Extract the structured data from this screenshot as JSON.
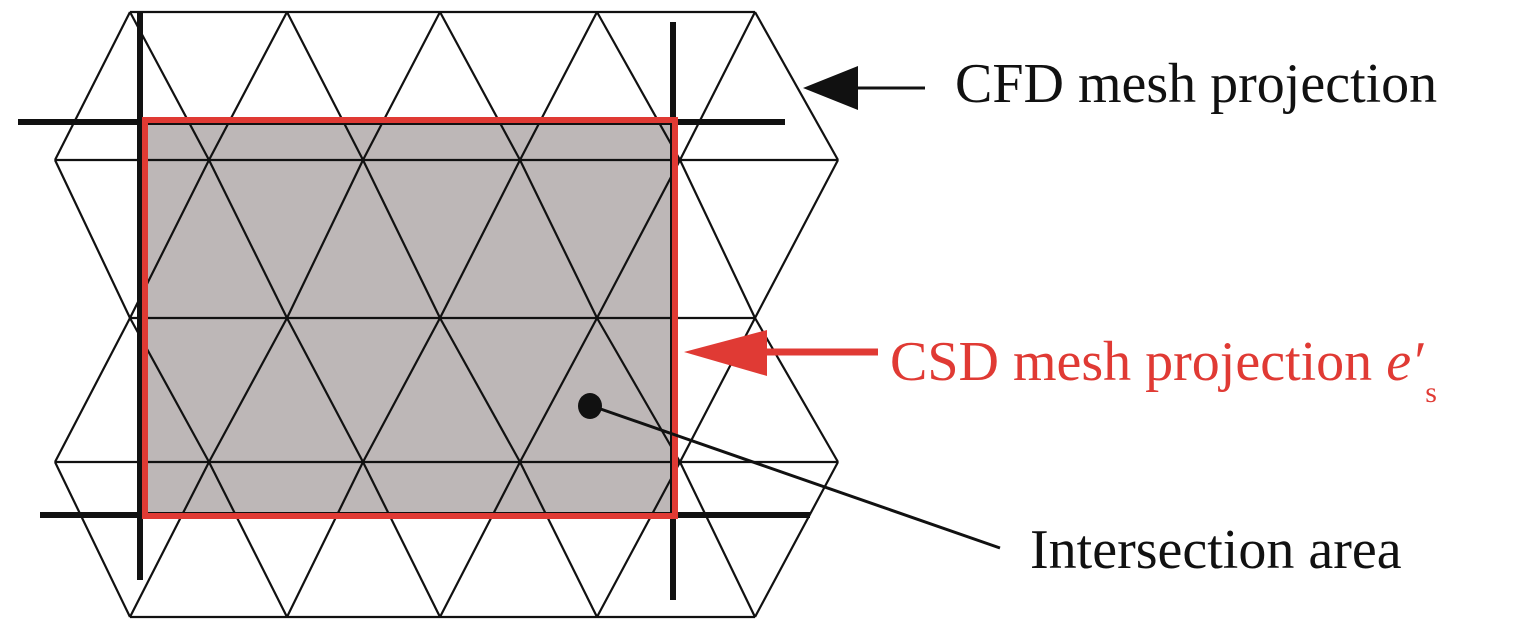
{
  "labels": {
    "cfd": "CFD mesh projection",
    "csd": "CSD mesh projection ",
    "csd_symbol": "e′",
    "csd_subscript": "s",
    "intersection": "Intersection area"
  },
  "colors": {
    "mesh": "#111111",
    "csd": "#e03a34",
    "intersection_fill": "#bdb7b7"
  }
}
